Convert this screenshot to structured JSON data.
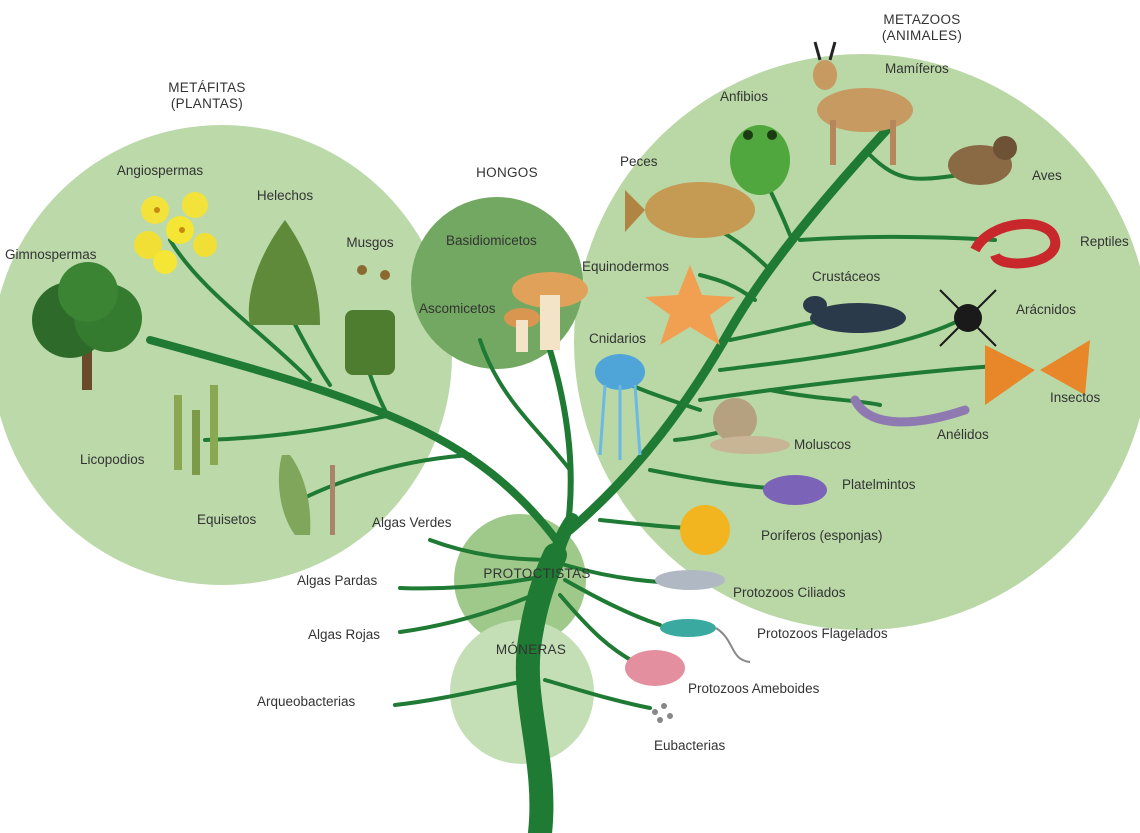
{
  "diagram": {
    "groups": {
      "metafitas_l1": "METÁFITAS",
      "metafitas_l2": "(PLANTAS)",
      "metazoos_l1": "METAZOOS",
      "metazoos_l2": "(ANIMALES)",
      "hongos": "HONGOS",
      "protoctistas": "PROTOCTISTAS",
      "moneras": "MÓNERAS"
    },
    "plants": {
      "angiospermas": "Angiospermas",
      "helechos": "Helechos",
      "musgos": "Musgos",
      "gimnospermas": "Gimnospermas",
      "licopodios": "Licopodios",
      "equisetos": "Equisetos"
    },
    "fungi": {
      "basidiomicetos": "Basidiomicetos",
      "ascomicetos": "Ascomicetos"
    },
    "animals": {
      "mamiferos": "Mamíferos",
      "anfibios": "Anfibios",
      "peces": "Peces",
      "aves": "Aves",
      "reptiles": "Reptiles",
      "equinodermos": "Equinodermos",
      "crustaceos": "Crustáceos",
      "aracnidos": "Arácnidos",
      "cnidarios": "Cnidarios",
      "insectos": "Insectos",
      "moluscos": "Moluscos",
      "anelidos": "Anélidos",
      "platelmintos": "Platelmintos",
      "poriferos": "Poríferos (esponjas)"
    },
    "protists": {
      "algas_verdes": "Algas Verdes",
      "algas_pardas": "Algas Pardas",
      "algas_rojas": "Algas Rojas",
      "protozoos_ciliados": "Protozoos Ciliados",
      "protozoos_flagelados": "Protozoos Flagelados",
      "protozoos_ameboides": "Protozoos Ameboides"
    },
    "monera": {
      "arqueobacterias": "Arqueobacterias",
      "eubacterias": "Eubacterias"
    },
    "colors": {
      "branch": "#1f7a34",
      "circle_light": "#b9d8a6",
      "circle_mid": "#9cc787",
      "circle_dark": "#6ea35c"
    }
  }
}
